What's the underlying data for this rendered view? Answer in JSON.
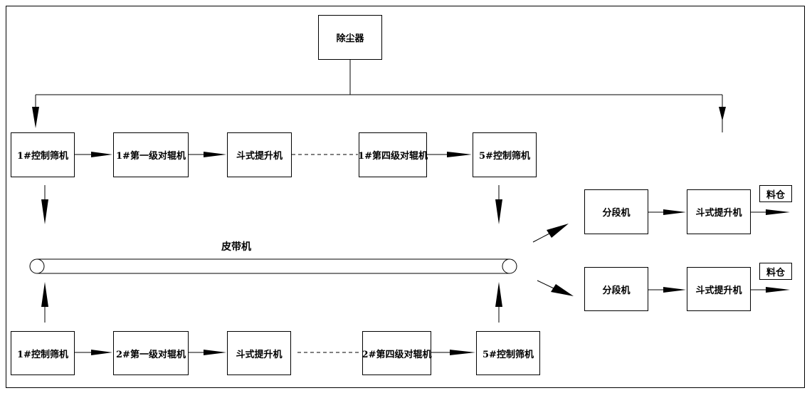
{
  "dust_collector": "除尘器",
  "upper_line": {
    "screen_start": "1#控制筛机",
    "roller_first": "1#第一级对辊机",
    "elevator": "斗式提升机",
    "roller_fourth": "1#第四级对辊机",
    "screen_end": "5#控制筛机"
  },
  "lower_line": {
    "screen_start": "1#控制筛机",
    "roller_first": "2#第一级对辊机",
    "elevator": "斗式提升机",
    "roller_fourth": "2#第四级对辊机",
    "screen_end": "5#控制筛机"
  },
  "belt_conveyor": "皮带机",
  "branch_top": {
    "splitter": "分段机",
    "elevator": "斗式提升机",
    "silo": "料仓"
  },
  "branch_bottom": {
    "splitter": "分段机",
    "elevator": "斗式提升机",
    "silo": "料仓"
  }
}
